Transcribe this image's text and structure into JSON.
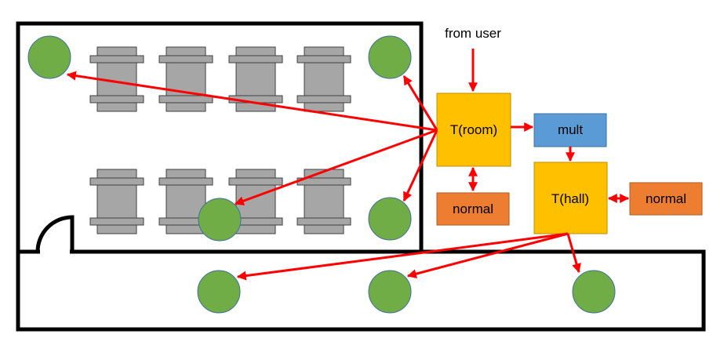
{
  "labels": {
    "from_user": "from user",
    "t_room": "T(room)",
    "mult": "mult",
    "t_hall": "T(hall)",
    "normal_room": "normal",
    "normal_hall": "normal"
  },
  "colors": {
    "wall": "#000000",
    "table": "#a6a6a6",
    "table_outline": "#404040",
    "sensor": "#70ad47",
    "sensor_outline": "#41719c",
    "arrow": "#ff0000",
    "t_box": "#ffc000",
    "t_box_outline": "#bf9000",
    "mult_box": "#5b9bd5",
    "mult_outline": "#41719c",
    "normal_box": "#ed7d31",
    "normal_outline": "#ae5a21"
  }
}
